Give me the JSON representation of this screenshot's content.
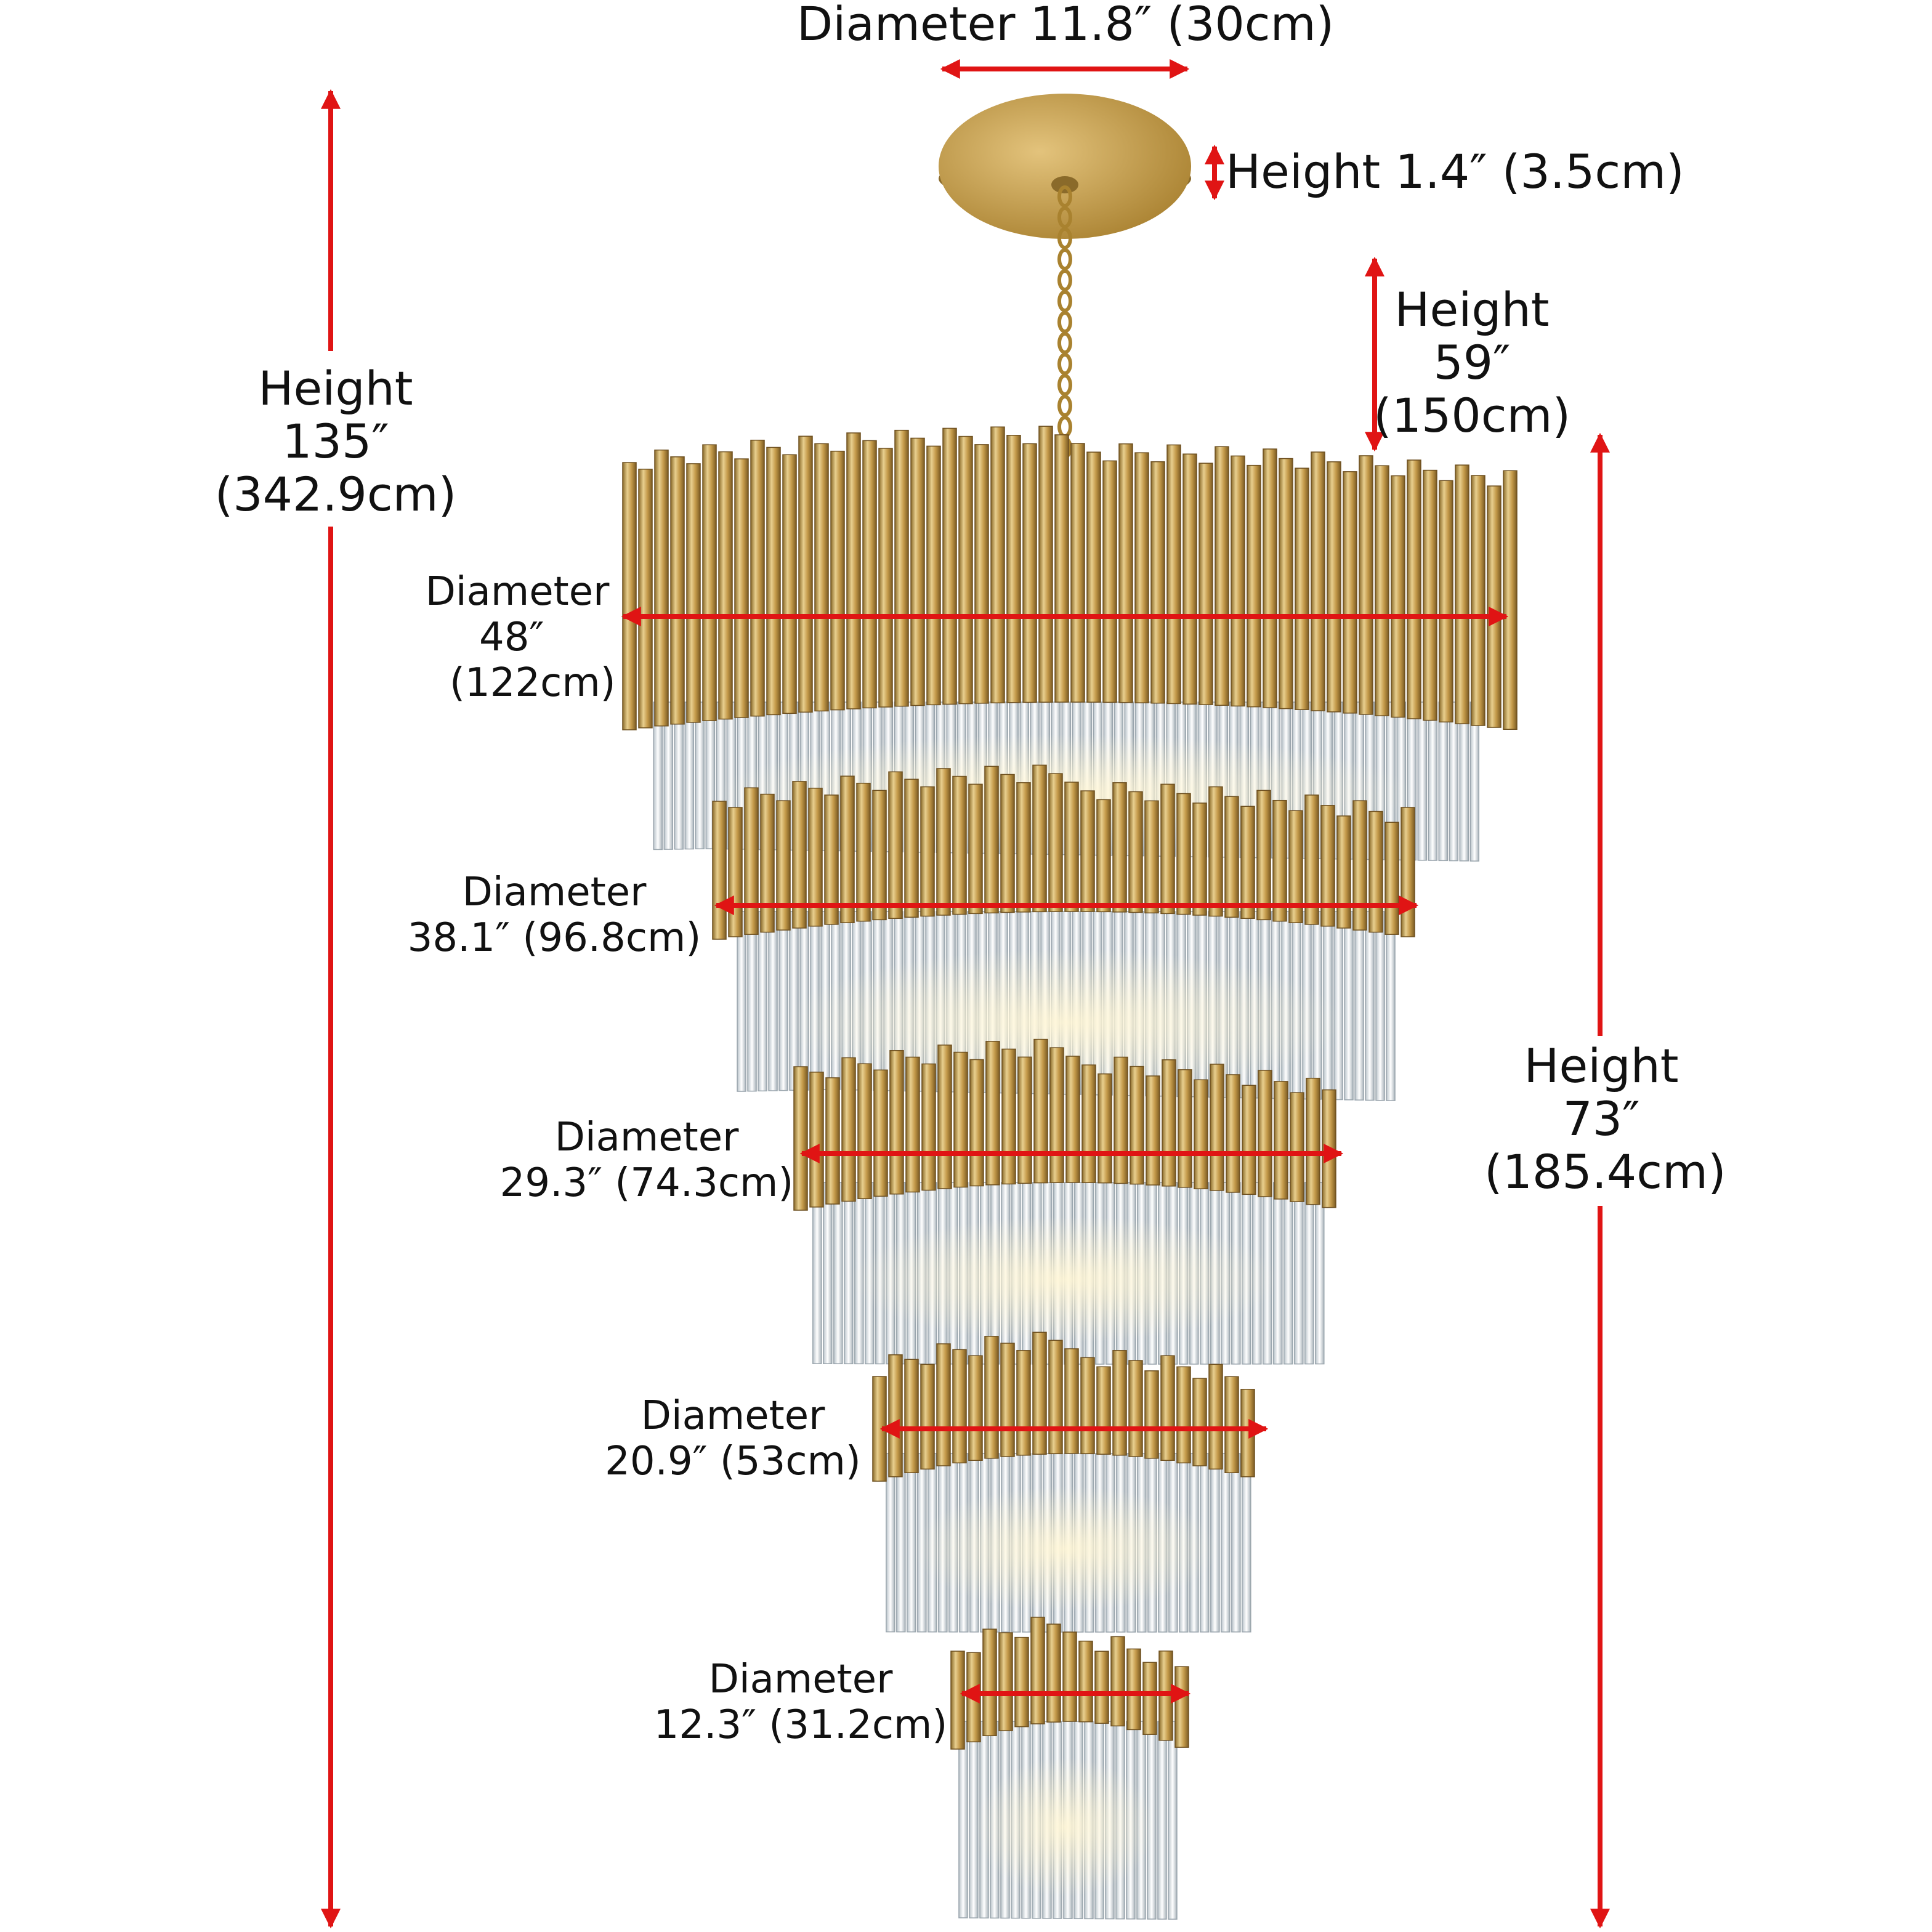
{
  "colors": {
    "arrow": "#e01414",
    "brass": "#c49a4a",
    "brass_dark": "#8a6a2a",
    "brass_light": "#e8cf8e",
    "crystal": "#e9eef2",
    "crystal_edge": "#9aa5ad"
  },
  "canopy": {
    "diameter_label": "Diameter 11.8″  (30cm)",
    "height_label": "Height  1.4″  (3.5cm)"
  },
  "chain": {
    "height_title": "Height",
    "height_in": "59″",
    "height_cm": "(150cm)"
  },
  "overall": {
    "height_title": "Height",
    "height_in": "135″",
    "height_cm": "(342.9cm)"
  },
  "body": {
    "height_title": "Height",
    "height_in": "73″",
    "height_cm": "(185.4cm)"
  },
  "tiers": [
    {
      "title": "Diameter",
      "in": "48″",
      "cm": "(122cm)"
    },
    {
      "title": "Diameter",
      "line2": "38.1″  (96.8cm)"
    },
    {
      "title": "Diameter",
      "line2": "29.3″  (74.3cm)"
    },
    {
      "title": "Diameter",
      "line2": "20.9″  (53cm)"
    },
    {
      "title": "Diameter",
      "line2": "12.3″  (31.2cm)"
    }
  ]
}
